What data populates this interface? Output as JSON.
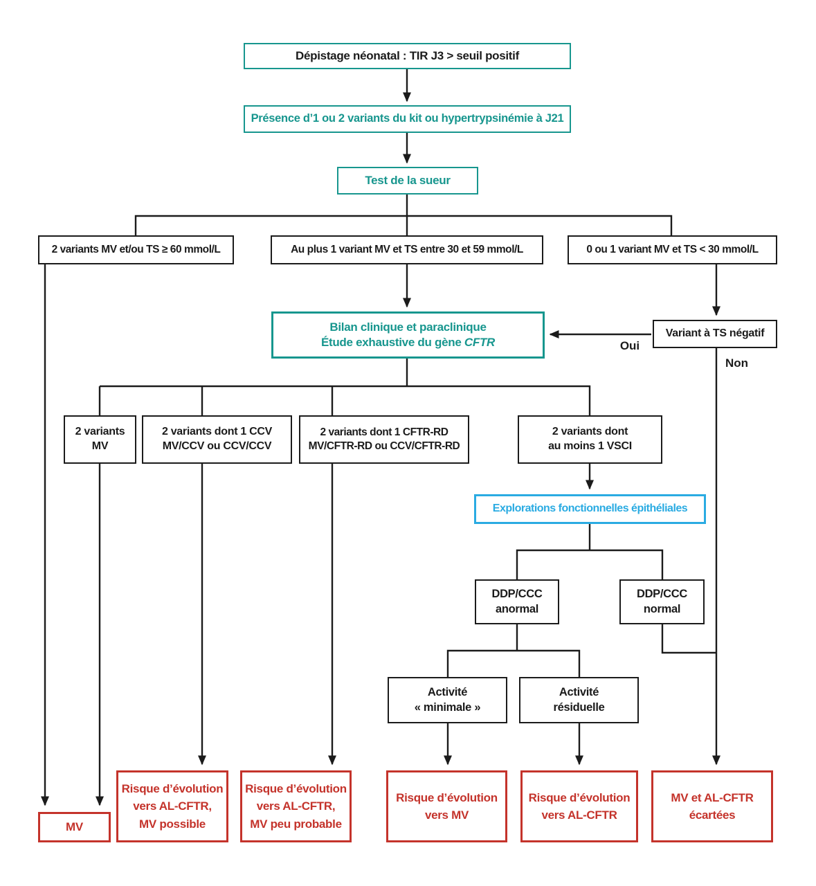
{
  "diagram": {
    "title_hidden": "",
    "colors": {
      "teal": "#17968E",
      "blue": "#2AABE2",
      "red": "#C4332B",
      "line": "#1B1B1B"
    },
    "nodes": {
      "depistage": {
        "text": "Dépistage néonatal : TIR J3 > seuil positif"
      },
      "presence": {
        "text": "Présence d’1 ou 2 variants du kit ou hypertrypsinémie à J21"
      },
      "test_sueur": {
        "text": "Test de la sueur"
      },
      "ts_haut": {
        "text": "2 variants MV et/ou TS ≥ 60 mmol/L"
      },
      "ts_inter": {
        "text": "Au plus 1 variant MV et TS entre 30 et 59 mmol/L"
      },
      "ts_bas": {
        "text": "0 ou 1 variant MV et TS < 30 mmol/L"
      },
      "bilan": {
        "line1": "Bilan clinique et paraclinique",
        "line2": "Étude exhaustive du gène ",
        "line2_gene": "CFTR"
      },
      "variant_ts_negatif": {
        "text": "Variant à TS négatif"
      },
      "deux_variants_mv": {
        "lines": [
          "2 variants",
          "MV"
        ]
      },
      "dont_ccv": {
        "lines": [
          "2 variants dont 1 CCV",
          "MV/CCV ou CCV/CCV"
        ]
      },
      "dont_cftr_rd": {
        "lines": [
          "2 variants dont 1 CFTR-RD",
          "MV/CFTR-RD ou CCV/CFTR-RD"
        ]
      },
      "dont_vsci": {
        "lines": [
          "2 variants dont",
          "au moins 1 VSCI"
        ]
      },
      "explorations": {
        "text": "Explorations fonctionnelles épithéliales"
      },
      "ddp_anormal": {
        "lines": [
          "DDP/CCC",
          "anormal"
        ]
      },
      "ddp_normal": {
        "lines": [
          "DDP/CCC",
          "normal"
        ]
      },
      "activite_minimale": {
        "lines": [
          "Activité",
          "« minimale »"
        ]
      },
      "activite_residuelle": {
        "lines": [
          "Activité",
          "résiduelle"
        ]
      },
      "resultat_mv": {
        "text": "MV"
      },
      "resultat_al_mv_possible": {
        "lines": [
          "Risque d’évolution",
          "vers AL-CFTR,",
          "MV possible"
        ]
      },
      "resultat_al_mv_peu_probable": {
        "lines": [
          "Risque d’évolution",
          "vers AL-CFTR,",
          "MV peu probable"
        ]
      },
      "resultat_vers_mv": {
        "lines": [
          "Risque d’évolution",
          "vers MV"
        ]
      },
      "resultat_vers_al": {
        "lines": [
          "Risque d’évolution",
          "vers AL-CFTR"
        ]
      },
      "resultat_ecartees": {
        "lines": [
          "MV et AL-CFTR",
          "écartées"
        ]
      }
    },
    "edge_labels": {
      "oui": "Oui",
      "non": "Non"
    }
  }
}
